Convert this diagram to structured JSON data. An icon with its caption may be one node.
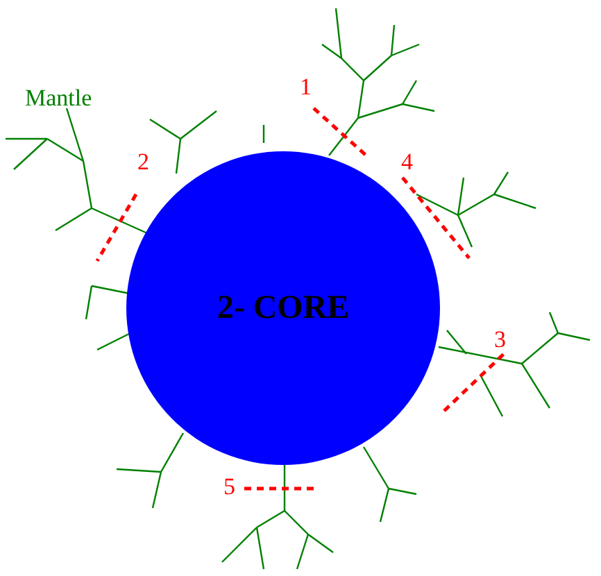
{
  "diagram": {
    "nodes": [
      {
        "text": [
          "2- CORE"
        ]
      }
    ],
    "labels": [
      "Mantle",
      "1",
      "2",
      "4",
      "3",
      "5"
    ]
  }
}
